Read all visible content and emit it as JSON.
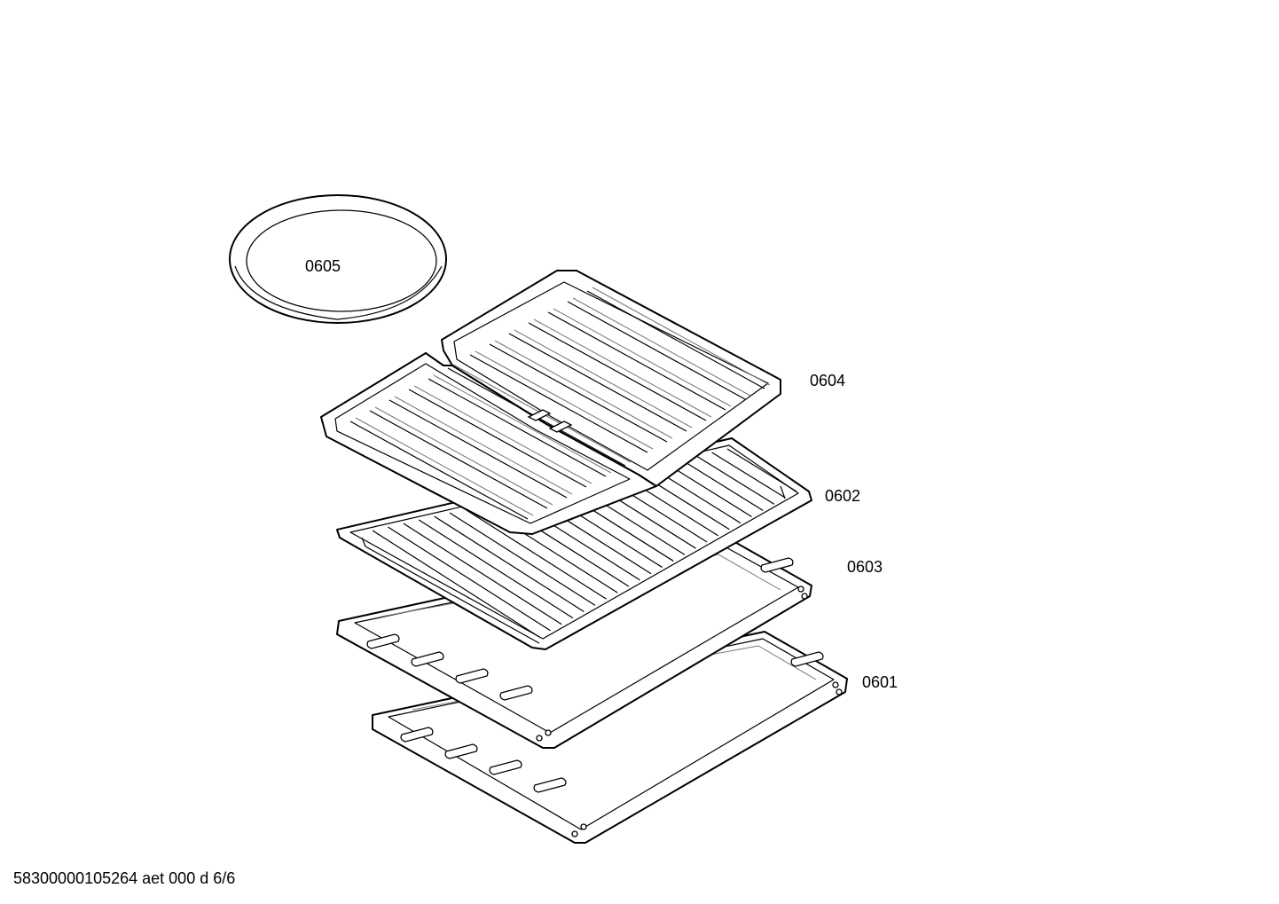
{
  "parts": [
    {
      "id": "bowl",
      "label": "0605",
      "name": "round baking dish"
    },
    {
      "id": "grill-insert",
      "label": "0604",
      "name": "grill tray insert"
    },
    {
      "id": "wire-rack",
      "label": "0602",
      "name": "wire shelf"
    },
    {
      "id": "shallow-tray",
      "label": "0603",
      "name": "baking tray"
    },
    {
      "id": "deep-tray",
      "label": "0601",
      "name": "deep pan"
    }
  ],
  "footer": "58300000105264 aet 000 d 6/6"
}
